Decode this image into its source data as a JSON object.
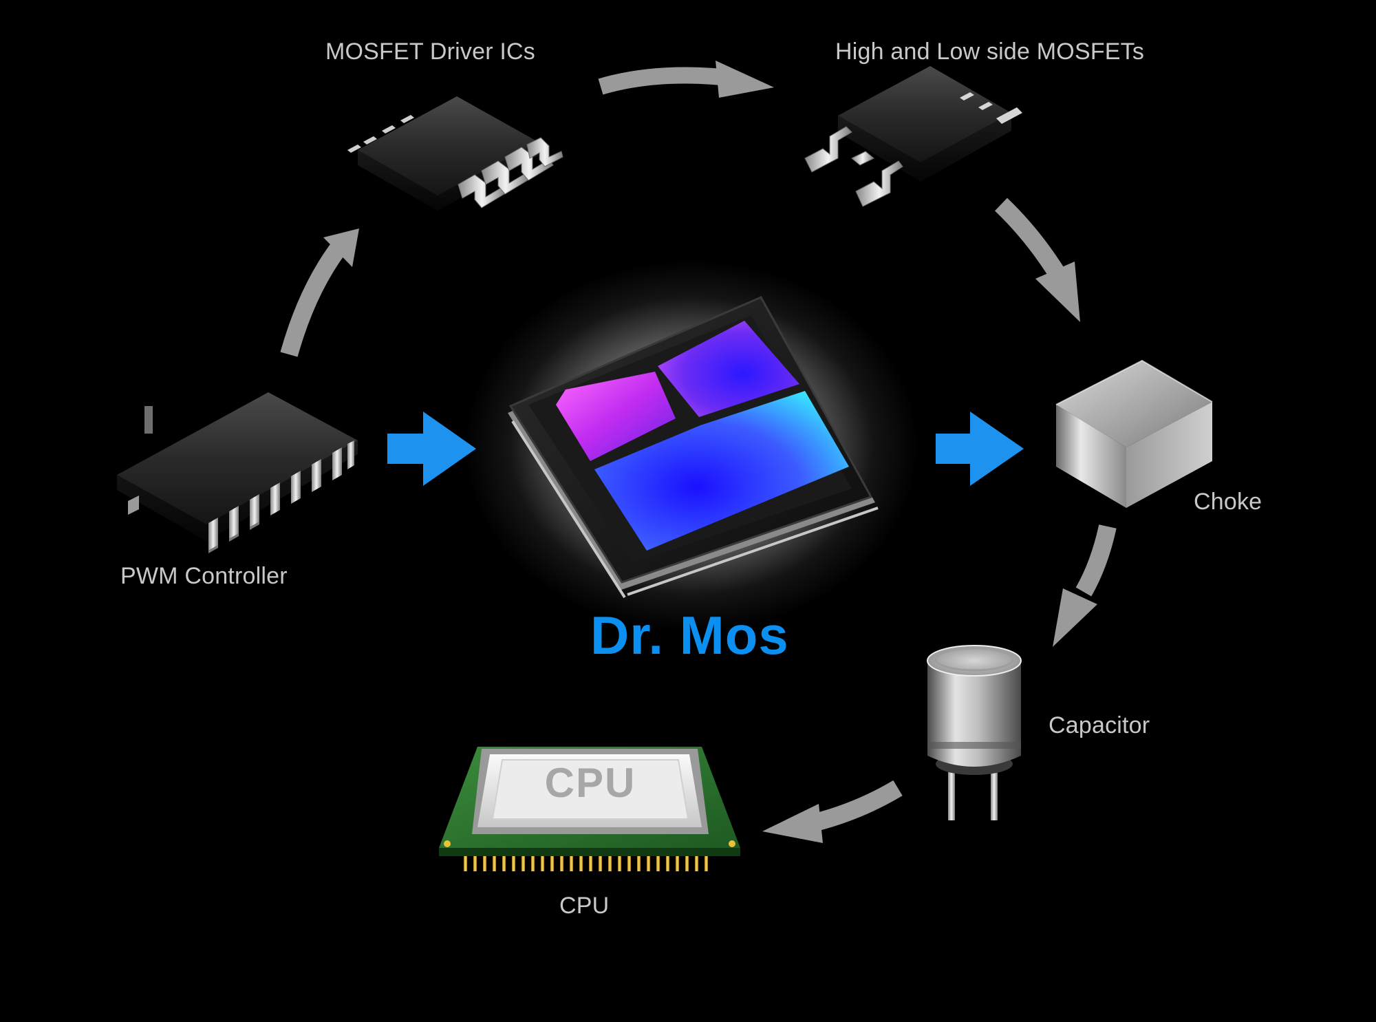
{
  "components": {
    "pwm_controller": "PWM Controller",
    "mosfet_driver": "MOSFET Driver ICs",
    "mosfets": "High and Low side MOSFETs",
    "choke": "Choke",
    "capacitor": "Capacitor",
    "cpu": "CPU",
    "cpu_chip_text": "CPU",
    "dr_mos": "Dr. Mos"
  },
  "colors": {
    "flow_arrow_gray": "#9a9a9a",
    "highlight_arrow_blue": "#1d92ee",
    "title_blue": "#0b8ff0",
    "background": "#000000"
  }
}
